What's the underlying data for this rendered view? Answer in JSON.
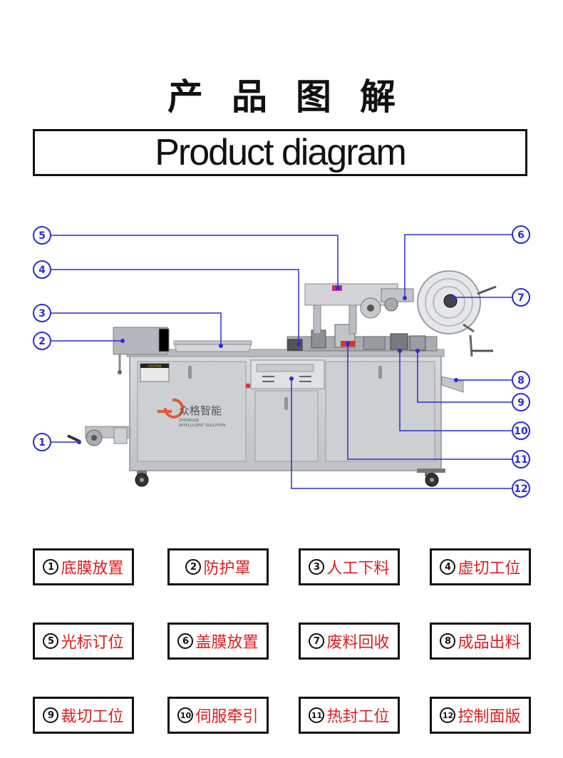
{
  "header": {
    "title_cn": "产品图解",
    "title_en": "Product diagram"
  },
  "machine": {
    "logo_cn": "众格智能",
    "logo_en_1": "ZHONGGE",
    "logo_en_2": "INTELLIGENT SOLUTION",
    "caution": "CAUTION"
  },
  "callouts": [
    "1",
    "2",
    "3",
    "4",
    "5",
    "6",
    "7",
    "8",
    "9",
    "10",
    "11",
    "12"
  ],
  "legend": [
    {
      "num": "1",
      "label": "底膜放置"
    },
    {
      "num": "2",
      "label": "防护罩"
    },
    {
      "num": "3",
      "label": "人工下料"
    },
    {
      "num": "4",
      "label": "虚切工位"
    },
    {
      "num": "5",
      "label": "光标订位"
    },
    {
      "num": "6",
      "label": "盖膜放置"
    },
    {
      "num": "7",
      "label": "废料回收"
    },
    {
      "num": "8",
      "label": "成品出料"
    },
    {
      "num": "9",
      "label": "裁切工位"
    },
    {
      "num": "10",
      "label": "伺服牵引"
    },
    {
      "num": "11",
      "label": "热封工位"
    },
    {
      "num": "12",
      "label": "控制面版"
    }
  ],
  "colors": {
    "callout_blue": "#2d2bd6",
    "legend_red": "#e01b1b",
    "machine_steel": "#c9cbcf",
    "logo_orange": "#e2583a"
  }
}
